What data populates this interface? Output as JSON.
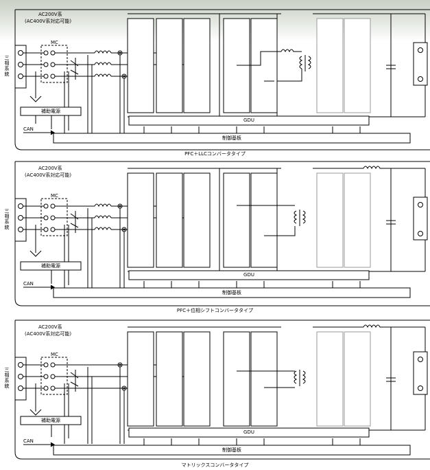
{
  "panels": [
    {
      "ac_label": "AC200V系",
      "ac_sub_label": "(AC400V系対応可能)",
      "grid_label": "三相系統",
      "mc_label": "MC",
      "aux_label": "補助電源",
      "can_label": "CAN",
      "gdu_label": "GDU",
      "ctrl_label": "制御基板",
      "caption": "PFC＋LLCコンバータタイプ"
    },
    {
      "ac_label": "AC200V系",
      "ac_sub_label": "(AC400V系対応可能)",
      "grid_label": "三相系統",
      "mc_label": "MC",
      "aux_label": "補助電源",
      "can_label": "CAN",
      "gdu_label": "GDU",
      "ctrl_label": "制御基板",
      "caption": "PFC＋位相シフトコンバータタイプ"
    },
    {
      "ac_label": "AC200V系",
      "ac_sub_label": "(AC400V系対応可能)",
      "grid_label": "三相系統",
      "mc_label": "MC",
      "aux_label": "補助電源",
      "can_label": "CAN",
      "gdu_label": "GDU",
      "ctrl_label": "制御基板",
      "caption": "マトリックスコンバータタイプ"
    }
  ]
}
